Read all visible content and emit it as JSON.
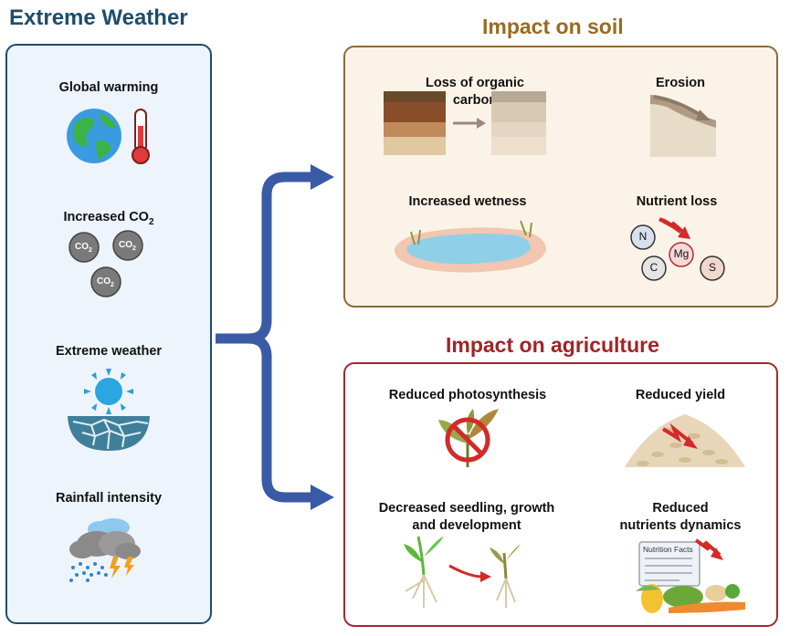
{
  "left_panel": {
    "title": "Extreme Weather",
    "items": [
      {
        "label": "Global warming",
        "icon": "globe-thermometer-icon"
      },
      {
        "label": "Increased CO",
        "subscript": "2",
        "icon": "co2-molecules-icon"
      },
      {
        "label": "Extreme weather",
        "icon": "sun-cracked-earth-icon"
      },
      {
        "label": "Rainfall intensity",
        "icon": "rain-storm-cloud-icon"
      }
    ],
    "co2_bubble": "CO",
    "co2_sub": "2"
  },
  "soil_panel": {
    "title": "Impact on soil",
    "items": [
      {
        "label_line1": "Loss of organic",
        "label_line2": "carbon",
        "icon": "soil-layers-icon"
      },
      {
        "label": "Erosion",
        "icon": "erosion-icon"
      },
      {
        "label": "Increased wetness",
        "icon": "wet-soil-pond-icon"
      },
      {
        "label": "Nutrient loss",
        "icon": "nutrient-bubbles-icon"
      }
    ],
    "nutrients": [
      "N",
      "Mg",
      "C",
      "S"
    ]
  },
  "agri_panel": {
    "title": "Impact on agriculture",
    "items": [
      {
        "label": "Reduced photosynthesis",
        "icon": "no-leaf-icon"
      },
      {
        "label": "Reduced yield",
        "icon": "grain-pile-icon"
      },
      {
        "label_line1": "Decreased seedling, growth",
        "label_line2": "and development",
        "icon": "seedling-icon"
      },
      {
        "label_line1": "Reduced",
        "label_line2": "nutrients dynamics",
        "icon": "nutrition-vegetables-icon"
      }
    ],
    "nutrition_card": "Nutrition Facts"
  },
  "colors": {
    "left_title": "#1d4d6b",
    "soil_title": "#9a6b1f",
    "agri_title": "#a12424",
    "connector": "#3a5aa6",
    "decline_arrow": "#d32a2a"
  }
}
